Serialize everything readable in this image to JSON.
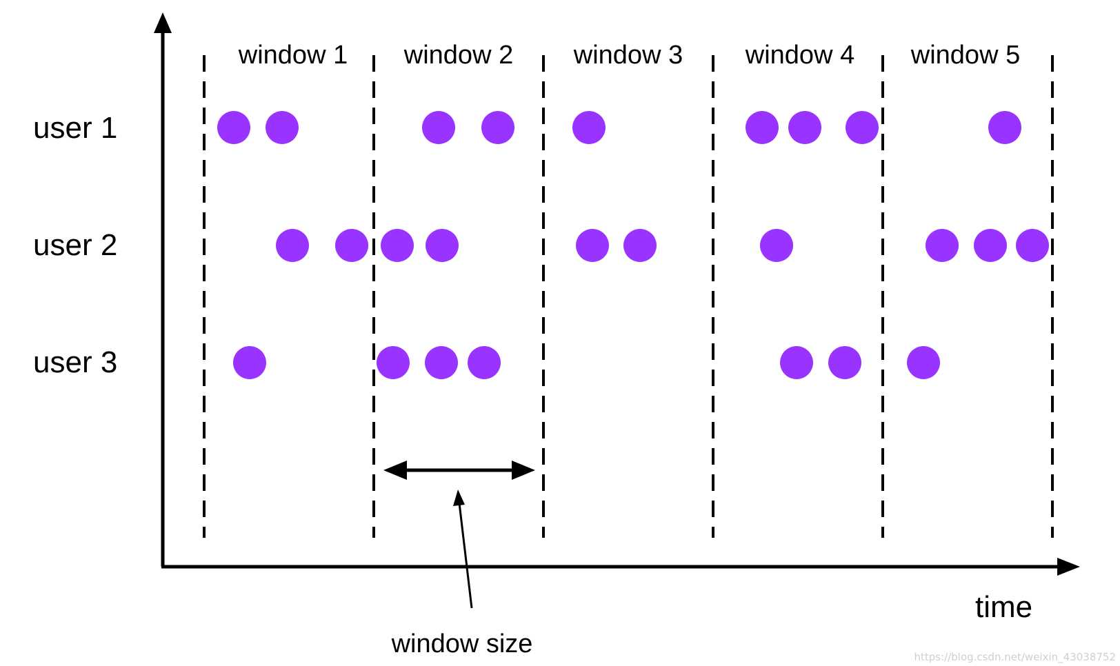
{
  "diagram": {
    "x_axis_label": "time",
    "annotation": "window size",
    "watermark": "https://blog.csdn.net/weixin_43038752",
    "colors": {
      "event": "#9933ff",
      "line": "#000000",
      "background": "#ffffff"
    },
    "windows": [
      {
        "label": "window 1"
      },
      {
        "label": "window 2"
      },
      {
        "label": "window 3"
      },
      {
        "label": "window 4"
      },
      {
        "label": "window 5"
      }
    ],
    "users": [
      {
        "label": "user 1",
        "event_count": 9
      },
      {
        "label": "user 2",
        "event_count": 10
      },
      {
        "label": "user 3",
        "event_count": 7
      }
    ]
  }
}
